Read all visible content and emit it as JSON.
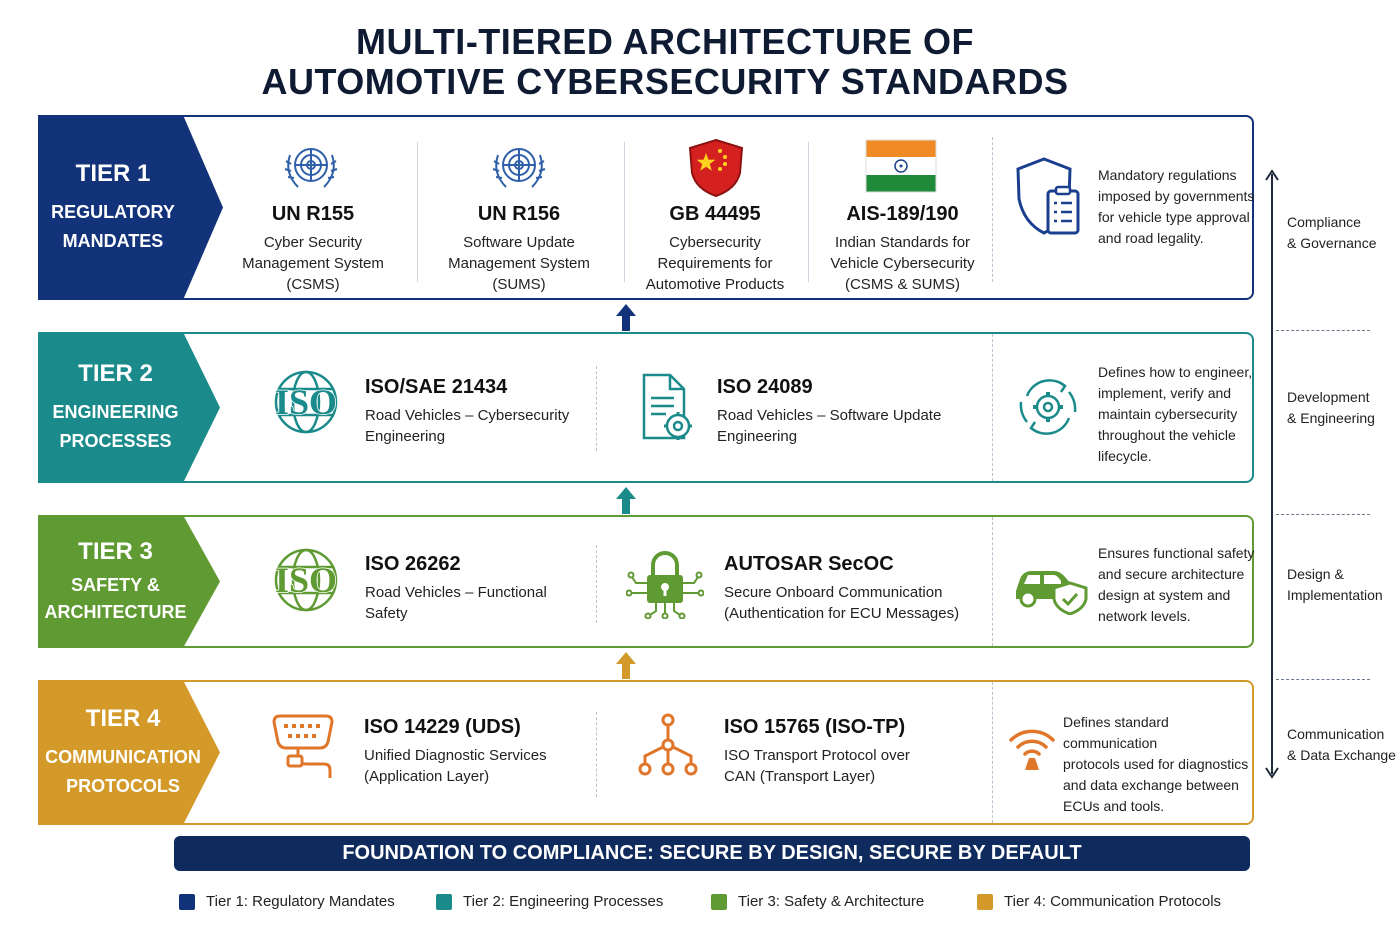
{
  "title": {
    "line1": "MULTI-TIERED ARCHITECTURE OF",
    "line2": "AUTOMOTIVE CYBERSECURITY STANDARDS"
  },
  "colors": {
    "tier1": "#12337a",
    "tier2": "#1b8a8a",
    "tier3": "#5f9a33",
    "tier4": "#d39a2a",
    "banner": "#0f2a5c"
  },
  "tiers": [
    {
      "num": "TIER 1",
      "name_lines": [
        "REGULATORY",
        "MANDATES"
      ],
      "standards": [
        {
          "icon": "un-emblem-icon",
          "name": "UN R155",
          "desc": [
            "Cyber Security",
            "Management System",
            "(CSMS)"
          ]
        },
        {
          "icon": "un-emblem-icon",
          "name": "UN R156",
          "desc": [
            "Software Update",
            "Management System",
            "(SUMS)"
          ]
        },
        {
          "icon": "china-shield-icon",
          "name": "GB 44495",
          "desc": [
            "Cybersecurity",
            "Requirements for",
            "Automotive Products"
          ]
        },
        {
          "icon": "india-flag-icon",
          "name": "AIS-189/190",
          "desc": [
            "Indian Standards for",
            "Vehicle Cybersecurity",
            "(CSMS & SUMS)"
          ]
        }
      ],
      "note_icon": "shield-checklist-icon",
      "note": [
        "Mandatory regulations",
        "imposed by governments",
        "for vehicle type approval",
        "and road legality."
      ]
    },
    {
      "num": "TIER 2",
      "name_lines": [
        "ENGINEERING",
        "PROCESSES"
      ],
      "standards": [
        {
          "icon": "iso-globe-icon",
          "name": "ISO/SAE 21434",
          "desc": [
            "Road Vehicles – Cybersecurity",
            "Engineering"
          ]
        },
        {
          "icon": "document-gear-icon",
          "name": "ISO 24089",
          "desc": [
            "Road Vehicles – Software Update",
            "Engineering"
          ]
        }
      ],
      "note_icon": "gear-cycle-icon",
      "note": [
        "Defines how to engineer,",
        "implement, verify and",
        "maintain cybersecurity",
        "throughout the vehicle",
        "lifecycle."
      ]
    },
    {
      "num": "TIER 3",
      "name_lines": [
        "SAFETY &",
        "ARCHITECTURE"
      ],
      "standards": [
        {
          "icon": "iso-globe-icon",
          "name": "ISO 26262",
          "desc": [
            "Road Vehicles – Functional",
            "Safety"
          ]
        },
        {
          "icon": "padlock-circuit-icon",
          "name": "AUTOSAR SecOC",
          "desc": [
            "Secure Onboard Communication",
            "(Authentication for ECU Messages)"
          ]
        }
      ],
      "note_icon": "car-shield-icon",
      "note": [
        "Ensures functional safety",
        "and secure architecture",
        "design at system and",
        "network levels."
      ]
    },
    {
      "num": "TIER 4",
      "name_lines": [
        "COMMUNICATION",
        "PROTOCOLS"
      ],
      "standards": [
        {
          "icon": "diagnostic-connector-icon",
          "name": "ISO 14229 (UDS)",
          "desc": [
            "Unified Diagnostic Services",
            "(Application Layer)"
          ]
        },
        {
          "icon": "network-tree-icon",
          "name": "ISO 15765 (ISO-TP)",
          "desc": [
            "ISO Transport Protocol over",
            "CAN (Transport Layer)"
          ]
        }
      ],
      "note_icon": "wireless-signal-icon",
      "note": [
        "Defines standard communication",
        "protocols used for diagnostics",
        "and data exchange between",
        "ECUs and tools."
      ]
    }
  ],
  "side_labels": [
    [
      "Compliance",
      "& Governance"
    ],
    [
      "Development",
      "& Engineering"
    ],
    [
      "Design &",
      "Implementation"
    ],
    [
      "Communication",
      "& Data Exchange"
    ]
  ],
  "banner": "FOUNDATION TO COMPLIANCE: SECURE BY DESIGN, SECURE BY DEFAULT",
  "legend": [
    "Tier 1: Regulatory Mandates",
    "Tier 2: Engineering Processes",
    "Tier 3: Safety & Architecture",
    "Tier 4: Communication Protocols"
  ]
}
